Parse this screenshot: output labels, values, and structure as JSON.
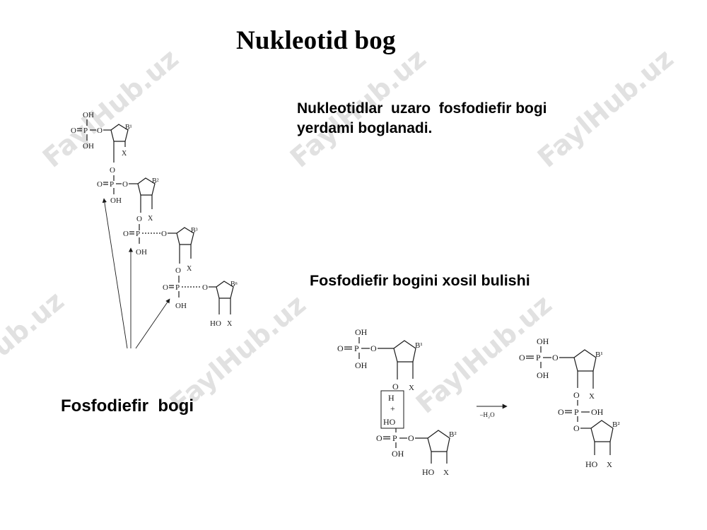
{
  "slide": {
    "title": "Nukleotid bog",
    "intro": "Nukleotidlar  uzaro  fosfodiefir bogi\nyerdami boglanadi.",
    "subtitle": "Fosfodiefir bogini xosil bulishi",
    "bond_label": "Fosfodiefir  bogi",
    "watermark": "FaylHub.uz",
    "colors": {
      "text": "#000000",
      "watermark": "#d7d7d7",
      "line": "#1a1a1a"
    }
  },
  "chain": {
    "atoms": {
      "o": "O",
      "p": "P",
      "oh": "OH",
      "x": "X",
      "ho": "HO"
    },
    "bases": [
      "B¹",
      "B²",
      "B³",
      "Bⁿ"
    ]
  },
  "reaction": {
    "atoms": {
      "o": "O",
      "p": "P",
      "oh": "OH",
      "x": "X",
      "ho": "HO",
      "h": "H",
      "plus": "+"
    },
    "bases": [
      "B¹",
      "B²",
      "B¹",
      "B²"
    ],
    "arrow_label": "–H₂O"
  }
}
